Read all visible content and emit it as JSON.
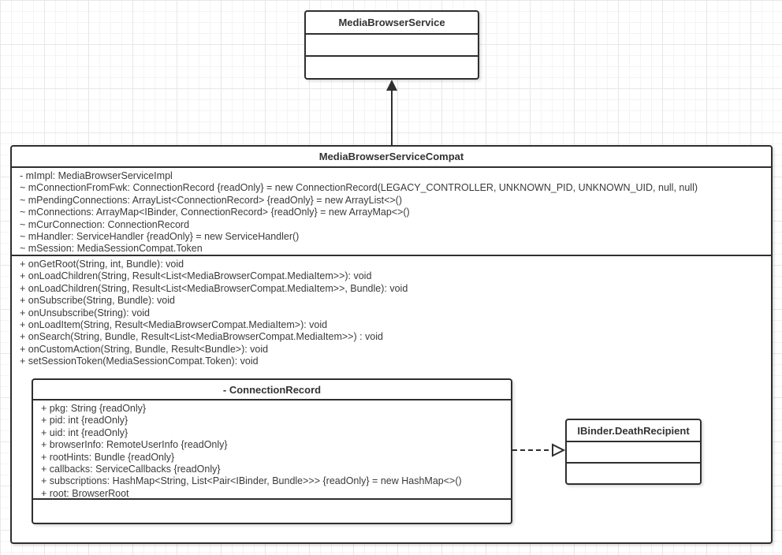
{
  "diagram": {
    "media_browser_service": {
      "title": "MediaBrowserService"
    },
    "media_browser_service_compat": {
      "title": "MediaBrowserServiceCompat",
      "fields": [
        "- mImpl: MediaBrowserServiceImpl",
        "~ mConnectionFromFwk: ConnectionRecord {readOnly} = new ConnectionRecord(LEGACY_CONTROLLER, UNKNOWN_PID, UNKNOWN_UID, null, null)",
        "~ mPendingConnections: ArrayList<ConnectionRecord> {readOnly} = new ArrayList<>()",
        "~ mConnections: ArrayMap<IBinder, ConnectionRecord> {readOnly} = new ArrayMap<>()",
        "~ mCurConnection: ConnectionRecord",
        "~ mHandler: ServiceHandler {readOnly} = new ServiceHandler()",
        "~ mSession: MediaSessionCompat.Token"
      ],
      "methods": [
        "+ onGetRoot(String, int, Bundle): void",
        "+ onLoadChildren(String, Result<List<MediaBrowserCompat.MediaItem>>): void",
        "+ onLoadChildren(String, Result<List<MediaBrowserCompat.MediaItem>>, Bundle): void",
        "+ onSubscribe(String, Bundle): void",
        "+ onUnsubscribe(String): void",
        "+ onLoadItem(String, Result<MediaBrowserCompat.MediaItem>): void",
        "+ onSearch(String, Bundle, Result<List<MediaBrowserCompat.MediaItem>>) : void",
        "+ onCustomAction(String, Bundle, Result<Bundle>): void",
        "+ setSessionToken(MediaSessionCompat.Token): void"
      ]
    },
    "connection_record": {
      "title": "- ConnectionRecord",
      "fields": [
        "+ pkg: String {readOnly}",
        "+ pid: int {readOnly}",
        "+ uid: int {readOnly}",
        "+ browserInfo: RemoteUserInfo {readOnly}",
        "+ rootHints: Bundle {readOnly}",
        "+ callbacks: ServiceCallbacks {readOnly}",
        "+ subscriptions: HashMap<String, List<Pair<IBinder, Bundle>>> {readOnly} = new HashMap<>()",
        "+ root: BrowserRoot"
      ]
    },
    "ibinder_death_recipient": {
      "title": "IBinder.DeathRecipient"
    }
  }
}
